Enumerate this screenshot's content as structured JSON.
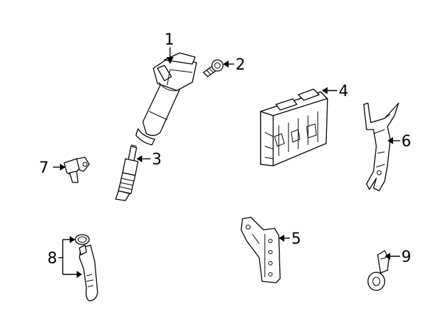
{
  "callouts": {
    "c1": "1",
    "c2": "2",
    "c3": "3",
    "c4": "4",
    "c5": "5",
    "c6": "6",
    "c7": "7",
    "c8": "8",
    "c9": "9"
  },
  "parts": [
    {
      "callout": "1",
      "name": "ignition-coil"
    },
    {
      "callout": "2",
      "name": "coil-bolt"
    },
    {
      "callout": "3",
      "name": "spark-plug"
    },
    {
      "callout": "4",
      "name": "engine-control-module"
    },
    {
      "callout": "5",
      "name": "module-bracket"
    },
    {
      "callout": "6",
      "name": "support-bracket"
    },
    {
      "callout": "7",
      "name": "crankshaft-position-sensor"
    },
    {
      "callout": "8",
      "name": "camshaft-position-sensor-with-o-ring"
    },
    {
      "callout": "9",
      "name": "knock-sensor"
    }
  ]
}
